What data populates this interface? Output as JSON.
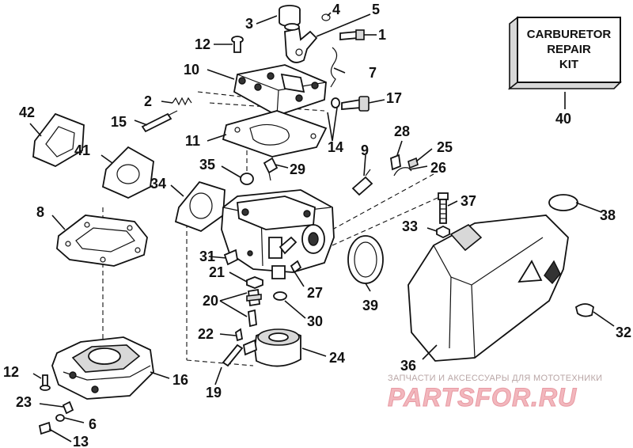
{
  "kit": {
    "label": "CARBURETOR\nREPAIR\nKIT",
    "number": "40"
  },
  "watermark": {
    "line1": "ЗАПЧАСТИ И АКСЕССУАРЫ ДЛЯ МОТОТЕХНИКИ",
    "line2": "PARTSFOR.RU"
  },
  "callouts": [
    "1",
    "2",
    "3",
    "4",
    "5",
    "6",
    "7",
    "8",
    "9",
    "10",
    "11",
    "12",
    "12",
    "13",
    "14",
    "15",
    "16",
    "17",
    "19",
    "20",
    "21",
    "22",
    "23",
    "24",
    "25",
    "26",
    "27",
    "28",
    "29",
    "30",
    "31",
    "32",
    "33",
    "34",
    "35",
    "36",
    "37",
    "38",
    "39",
    "41",
    "42"
  ]
}
